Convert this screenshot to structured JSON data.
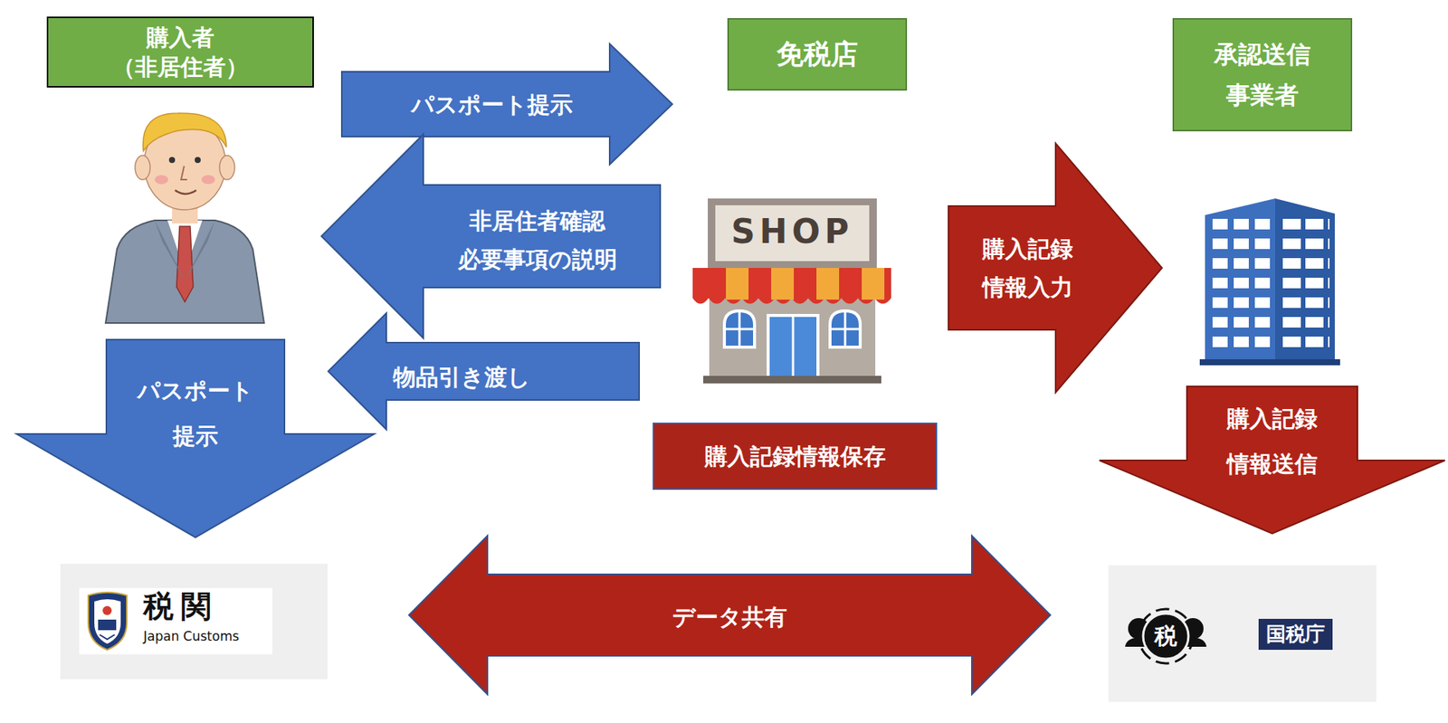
{
  "diagram": {
    "nodes": [
      {
        "text": [
          "購入者（非居住者）"
        ]
      },
      {
        "text": [
          "免税店"
        ]
      },
      {
        "text": [
          "承認送信 事業者"
        ]
      },
      {
        "text": [
          "購入記録情報保存"
        ]
      },
      {
        "text": [
          "税関",
          "Japan Customs"
        ]
      },
      {
        "text": [
          "税",
          "国税庁"
        ]
      }
    ],
    "edges": [
      {
        "from": 0,
        "to": 1,
        "label": "パスポート提示",
        "arrow": "to"
      },
      {
        "from": 1,
        "to": 0,
        "label": "非居住者確認 必要事項の説明",
        "arrow": "to"
      },
      {
        "from": 1,
        "to": 0,
        "label": "物品引き渡し",
        "arrow": "to"
      },
      {
        "from": 0,
        "to": 4,
        "label": "パスポート 提示",
        "arrow": "to"
      },
      {
        "from": 1,
        "to": 2,
        "label": "購入記録 情報入力",
        "arrow": "to"
      },
      {
        "from": 2,
        "to": 5,
        "label": "購入記録 情報送信",
        "arrow": "to"
      },
      {
        "from": 4,
        "to": 5,
        "label": "データ共有",
        "arrow": "both"
      }
    ],
    "labels": [
      "SHOP"
    ]
  }
}
